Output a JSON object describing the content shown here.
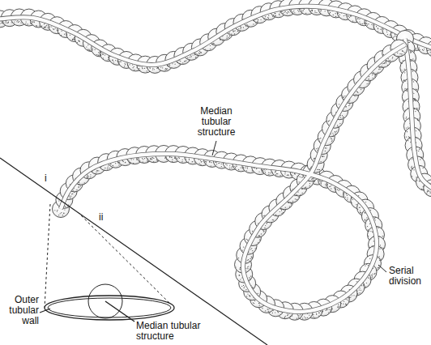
{
  "diagram": {
    "labels": [
      "Median tubular structure",
      "i",
      "ii",
      "Serial division",
      "Outer tubular wall",
      "Median tubular structure"
    ]
  }
}
